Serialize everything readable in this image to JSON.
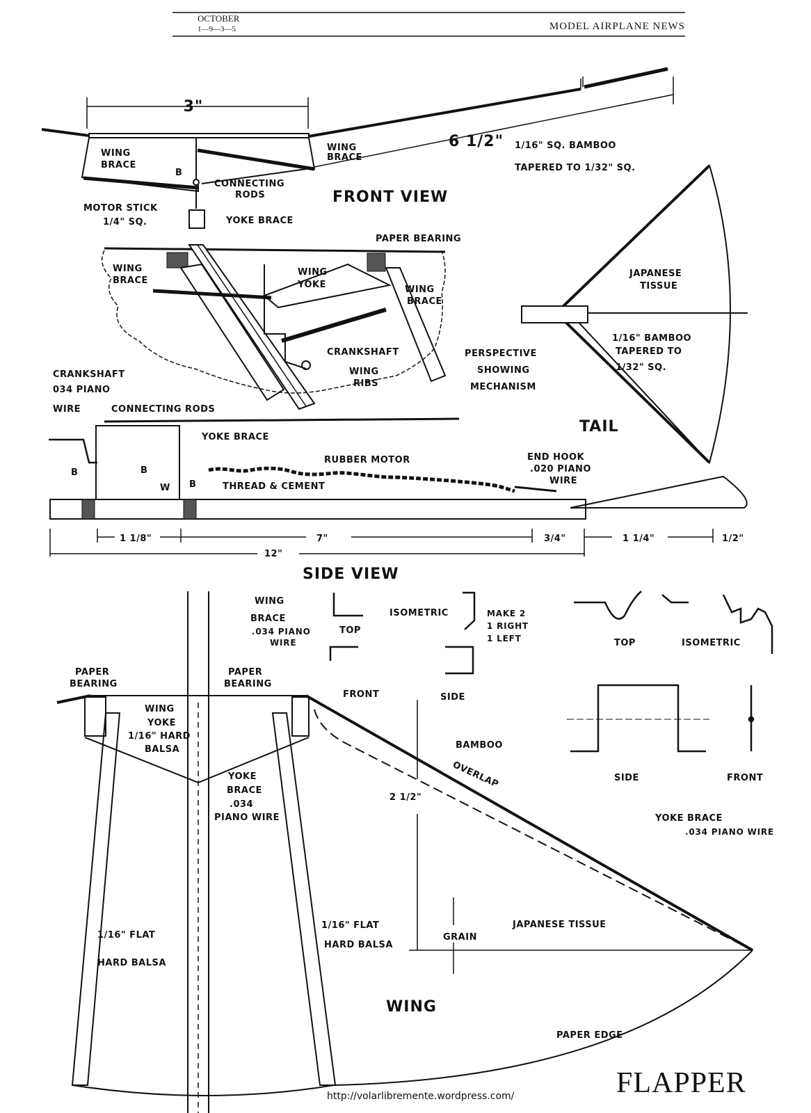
{
  "header": {
    "month": "OCTOBER",
    "year": "1—9—3—5",
    "magazine": "MODEL AIRPLANE NEWS"
  },
  "front_view": {
    "title": "FRONT VIEW",
    "dim_span": "3\"",
    "dim_wing": "6 1/2\"",
    "labels": {
      "wing_brace_left": [
        "WING",
        "BRACE"
      ],
      "wing_brace_right": [
        "WING",
        "BRACE"
      ],
      "b": "B",
      "connecting_rods": [
        "CONNECTING",
        "RODS"
      ],
      "motor_stick": [
        "MOTOR STICK",
        "1/4\" SQ."
      ],
      "yoke_brace": "YOKE BRACE",
      "bamboo": [
        "1/16\" SQ. BAMBOO",
        "TAPERED TO 1/32\" SQ."
      ]
    }
  },
  "perspective": {
    "title": [
      "PERSPECTIVE",
      "SHOWING",
      "MECHANISM"
    ],
    "labels": {
      "paper_bearing": "PAPER BEARING",
      "wing_brace_left": [
        "WING",
        "BRACE"
      ],
      "wing_yoke": [
        "WING",
        "YOKE"
      ],
      "wing_brace_right": [
        "WING",
        "BRACE"
      ],
      "crankshaft": "CRANKSHAFT",
      "wing_ribs": [
        "WING",
        "RIBS"
      ]
    }
  },
  "tail": {
    "title": "TAIL",
    "tissue": [
      "JAPANESE",
      "TISSUE"
    ],
    "bamboo": [
      "1/16\" BAMBOO",
      "TAPERED TO",
      "1/32\" SQ."
    ]
  },
  "side_view": {
    "title": "SIDE VIEW",
    "labels": {
      "crankshaft": [
        "CRANKSHAFT",
        "034 PIANO",
        "WIRE"
      ],
      "connecting_rods": "CONNECTING RODS",
      "yoke_brace": "YOKE BRACE",
      "rubber_motor": "RUBBER MOTOR",
      "end_hook": [
        "END HOOK",
        ".020 PIANO",
        "WIRE"
      ],
      "thread_cement": "THREAD & CEMENT",
      "b": "B",
      "w": "W"
    },
    "dims": {
      "d1": "1 1/8\"",
      "d2": "7\"",
      "d3": "3/4\"",
      "d4": "1 1/4\"",
      "d5": "1/2\"",
      "total": "12\""
    }
  },
  "wing_brace_detail": {
    "title": [
      "WING",
      "BRACE"
    ],
    "spec": [
      ".034 PIANO",
      "WIRE"
    ],
    "top": "TOP",
    "isometric": "ISOMETRIC",
    "make": [
      "MAKE 2",
      "1 RIGHT",
      "1 LEFT"
    ],
    "front": "FRONT",
    "side": "SIDE"
  },
  "yoke_brace_detail": {
    "top": "TOP",
    "isometric": "ISOMETRIC",
    "side": "SIDE",
    "front": "FRONT",
    "title": "YOKE BRACE",
    "spec": ".034 PIANO WIRE"
  },
  "wing_plan": {
    "paper_bearing_left": [
      "PAPER",
      "BEARING"
    ],
    "paper_bearing_right": [
      "PAPER",
      "BEARING"
    ],
    "wing_yoke": [
      "WING",
      "YOKE",
      "1/16\" HARD",
      "BALSA"
    ],
    "yoke_brace": [
      "YOKE",
      "BRACE",
      ".034",
      "PIANO WIRE"
    ],
    "bamboo": "BAMBOO",
    "overlap": "OVERLAP",
    "dim": "2 1/2\"",
    "flat_left": [
      "1/16\" FLAT",
      "HARD BALSA"
    ],
    "flat_right": [
      "1/16\" FLAT",
      "HARD BALSA"
    ],
    "grain": "GRAIN",
    "tissue": "JAPANESE TISSUE",
    "wing": "WING",
    "paper_edge": "PAPER EDGE"
  },
  "footer": {
    "url": "http://volarlibremente.wordpress.com/",
    "title": "FLAPPER"
  }
}
